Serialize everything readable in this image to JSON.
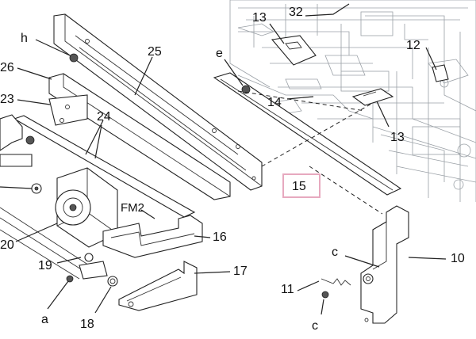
{
  "diagram": {
    "callouts": {
      "h": "h",
      "c26": "26",
      "c25": "25",
      "c23": "23",
      "c24": "24",
      "e": "e",
      "c13_top": "13",
      "c32": "32",
      "c12": "12",
      "c14": "14",
      "c13_right": "13",
      "c15": "15",
      "fm2": "FM2",
      "c16": "16",
      "c20": "20",
      "c19": "19",
      "a": "a",
      "c18": "18",
      "c17": "17",
      "c10": "10",
      "c_upper": "c",
      "c11": "11",
      "c_lower": "c"
    },
    "highlight_color": "#e7a9bf"
  }
}
